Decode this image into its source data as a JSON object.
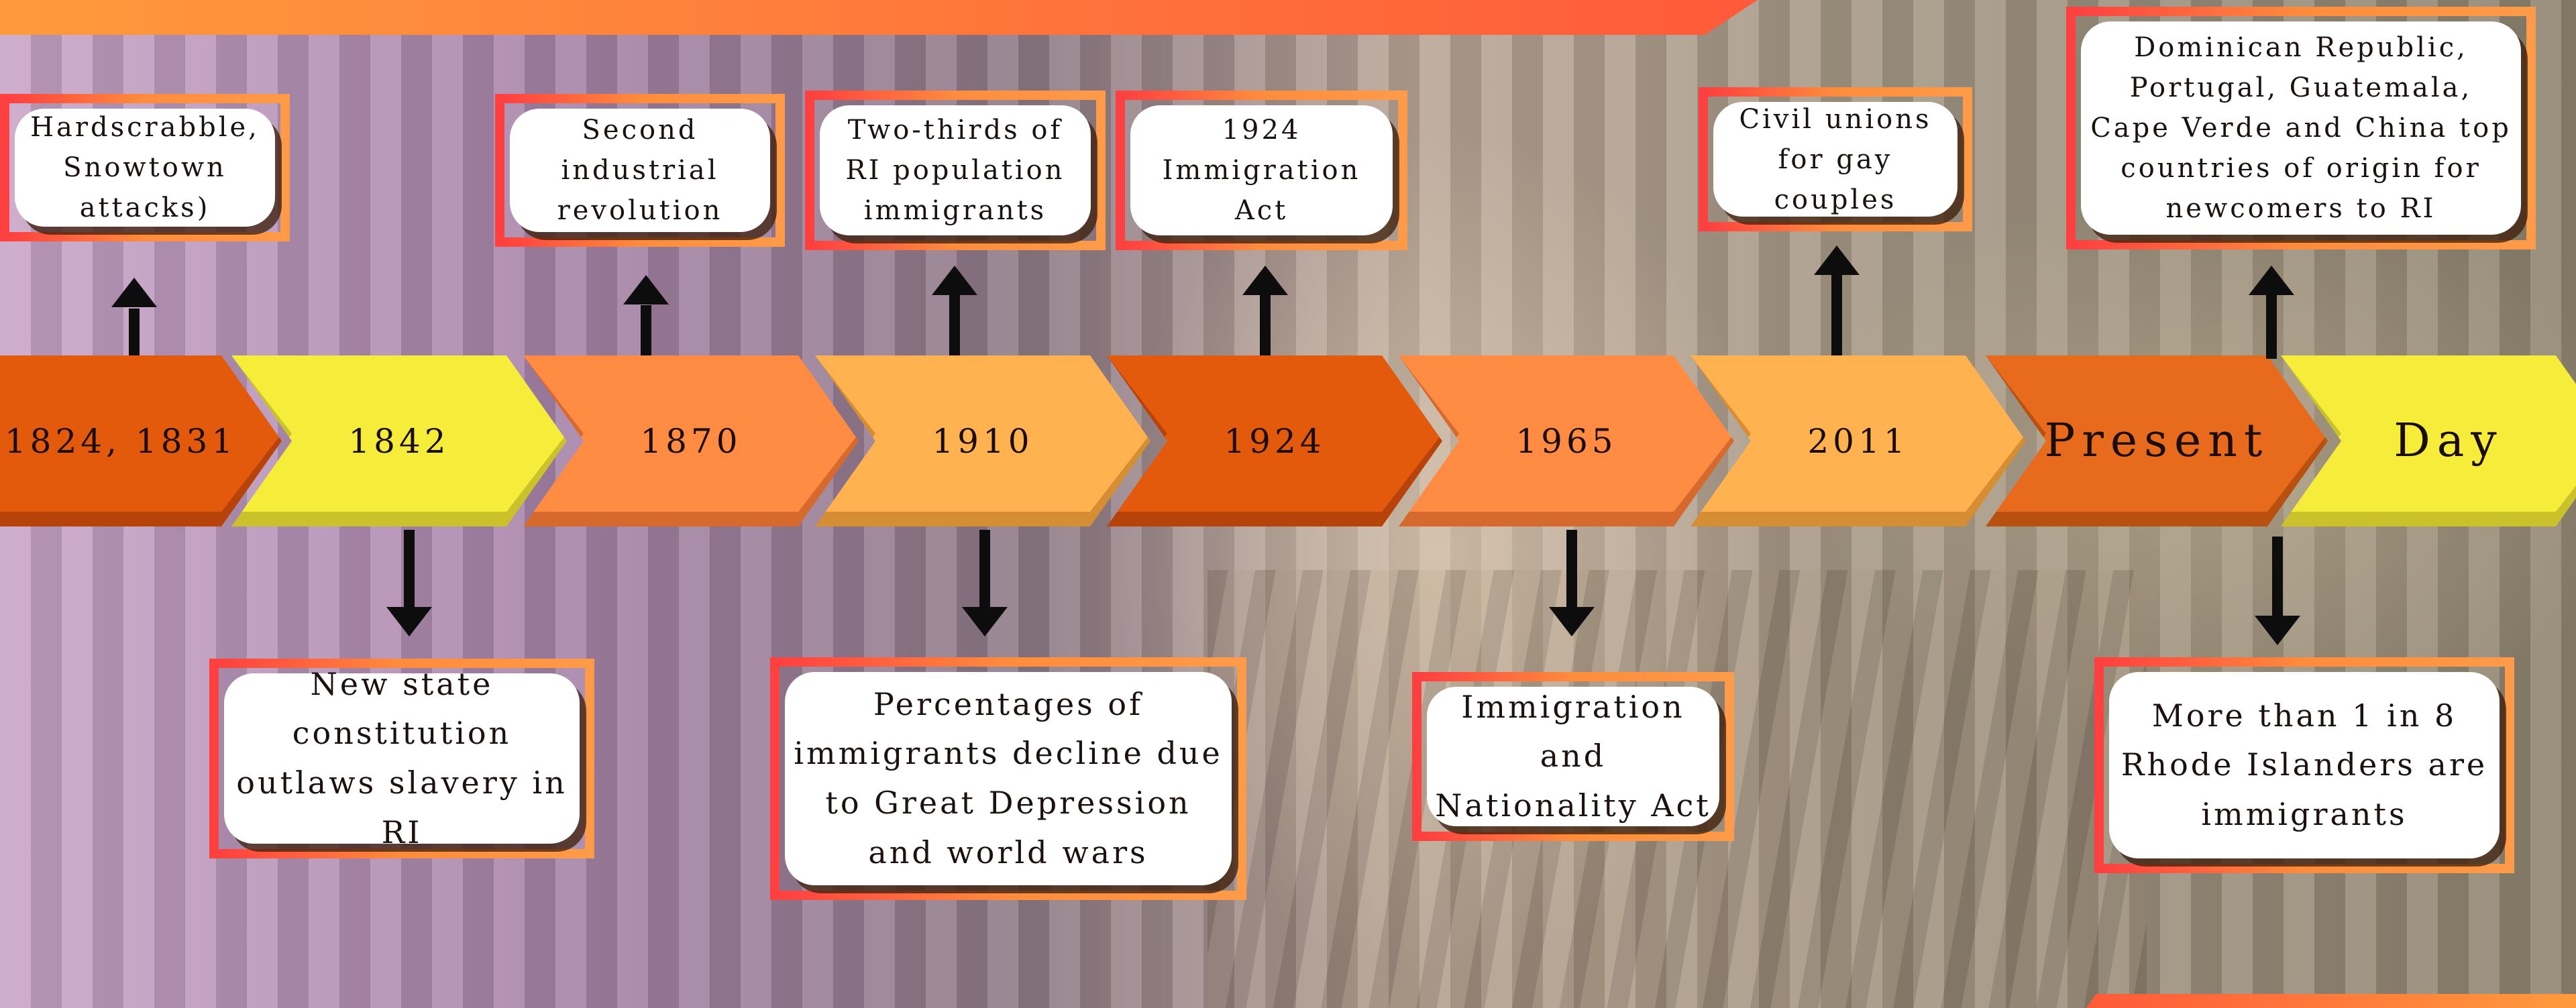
{
  "colors": {
    "dark_orange": "#e35a0c",
    "yellow": "#f6ec3a",
    "orange": "#ff8c42",
    "light_orange": "#ffb24f",
    "accent_red": "#ff4a3a"
  },
  "timeline": [
    {
      "label": "1824, 1831",
      "fill": "#e35a0c",
      "edge": "#b8430a"
    },
    {
      "label": "1842",
      "fill": "#f6ec3a",
      "edge": "#cbc12a"
    },
    {
      "label": "1870",
      "fill": "#ff8c42",
      "edge": "#d6692e"
    },
    {
      "label": "1910",
      "fill": "#ffb24f",
      "edge": "#d68e35"
    },
    {
      "label": "1924",
      "fill": "#e35a0c",
      "edge": "#b8430a"
    },
    {
      "label": "1965",
      "fill": "#ff8c42",
      "edge": "#d6692e"
    },
    {
      "label": "2011",
      "fill": "#ffb24f",
      "edge": "#d68e35"
    },
    {
      "label": "Present",
      "fill": "#e86a1c",
      "edge": "#b8500f"
    },
    {
      "label": "Day",
      "fill": "#f6ec3a",
      "edge": "#cbc12a"
    }
  ],
  "callouts_top": [
    {
      "text": "Hardscrabble, Snowtown attacks)"
    },
    {
      "text": "Second industrial revolution"
    },
    {
      "text": "Two-thirds of RI population immigrants"
    },
    {
      "text": "1924 Immigration Act"
    },
    {
      "text": "Civil unions for gay couples"
    },
    {
      "text": "Dominican Republic, Portugal, Guatemala, Cape Verde and China top countries of origin for newcomers to RI"
    }
  ],
  "callouts_bottom": [
    {
      "text": "New state constitution outlaws slavery in RI"
    },
    {
      "text": "Percentages of immigrants decline due to Great Depression and world wars"
    },
    {
      "text": "Immigration and Nationality Act"
    },
    {
      "text": "More than 1 in 8 Rhode Islanders are immigrants"
    }
  ]
}
